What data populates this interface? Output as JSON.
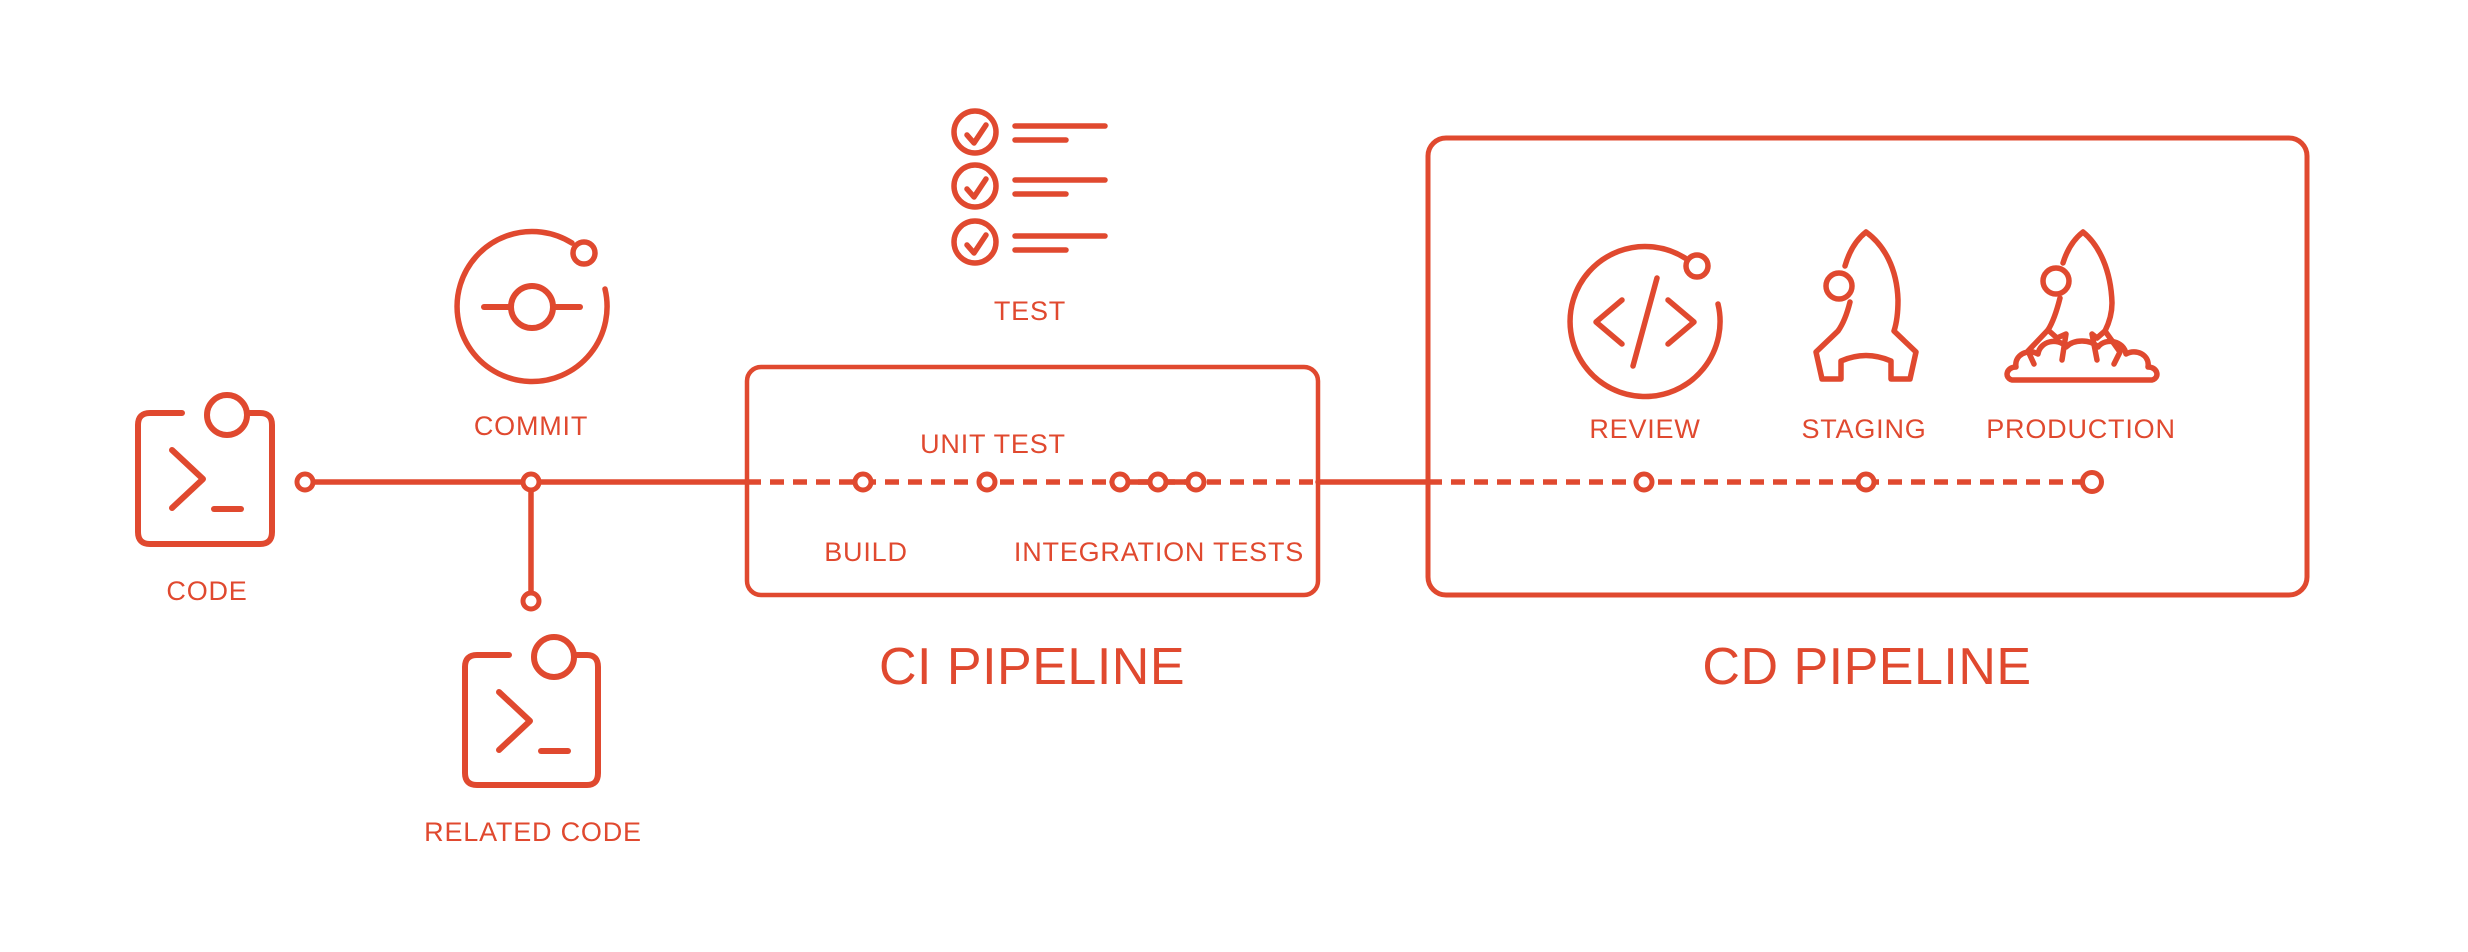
{
  "colors": {
    "accent": "#E0492F",
    "background": "#FFFFFF",
    "node_fill": "#FFFFFF"
  },
  "titles": {
    "ci": "CI PIPELINE",
    "cd": "CD PIPELINE"
  },
  "labels": {
    "code": "CODE",
    "commit": "COMMIT",
    "related_code": "RELATED CODE",
    "test": "TEST",
    "build": "BUILD",
    "unit_test": "UNIT TEST",
    "integration_tests": "INTEGRATION TESTS",
    "review": "REVIEW",
    "staging": "STAGING",
    "production": "PRODUCTION"
  },
  "icons": {
    "code": "terminal-window-icon",
    "commit": "git-commit-orbit-icon",
    "related_code": "terminal-window-icon",
    "test": "checklist-icon",
    "review": "code-review-orbit-icon",
    "staging": "rocket-icon",
    "production": "rocket-launch-icon"
  }
}
